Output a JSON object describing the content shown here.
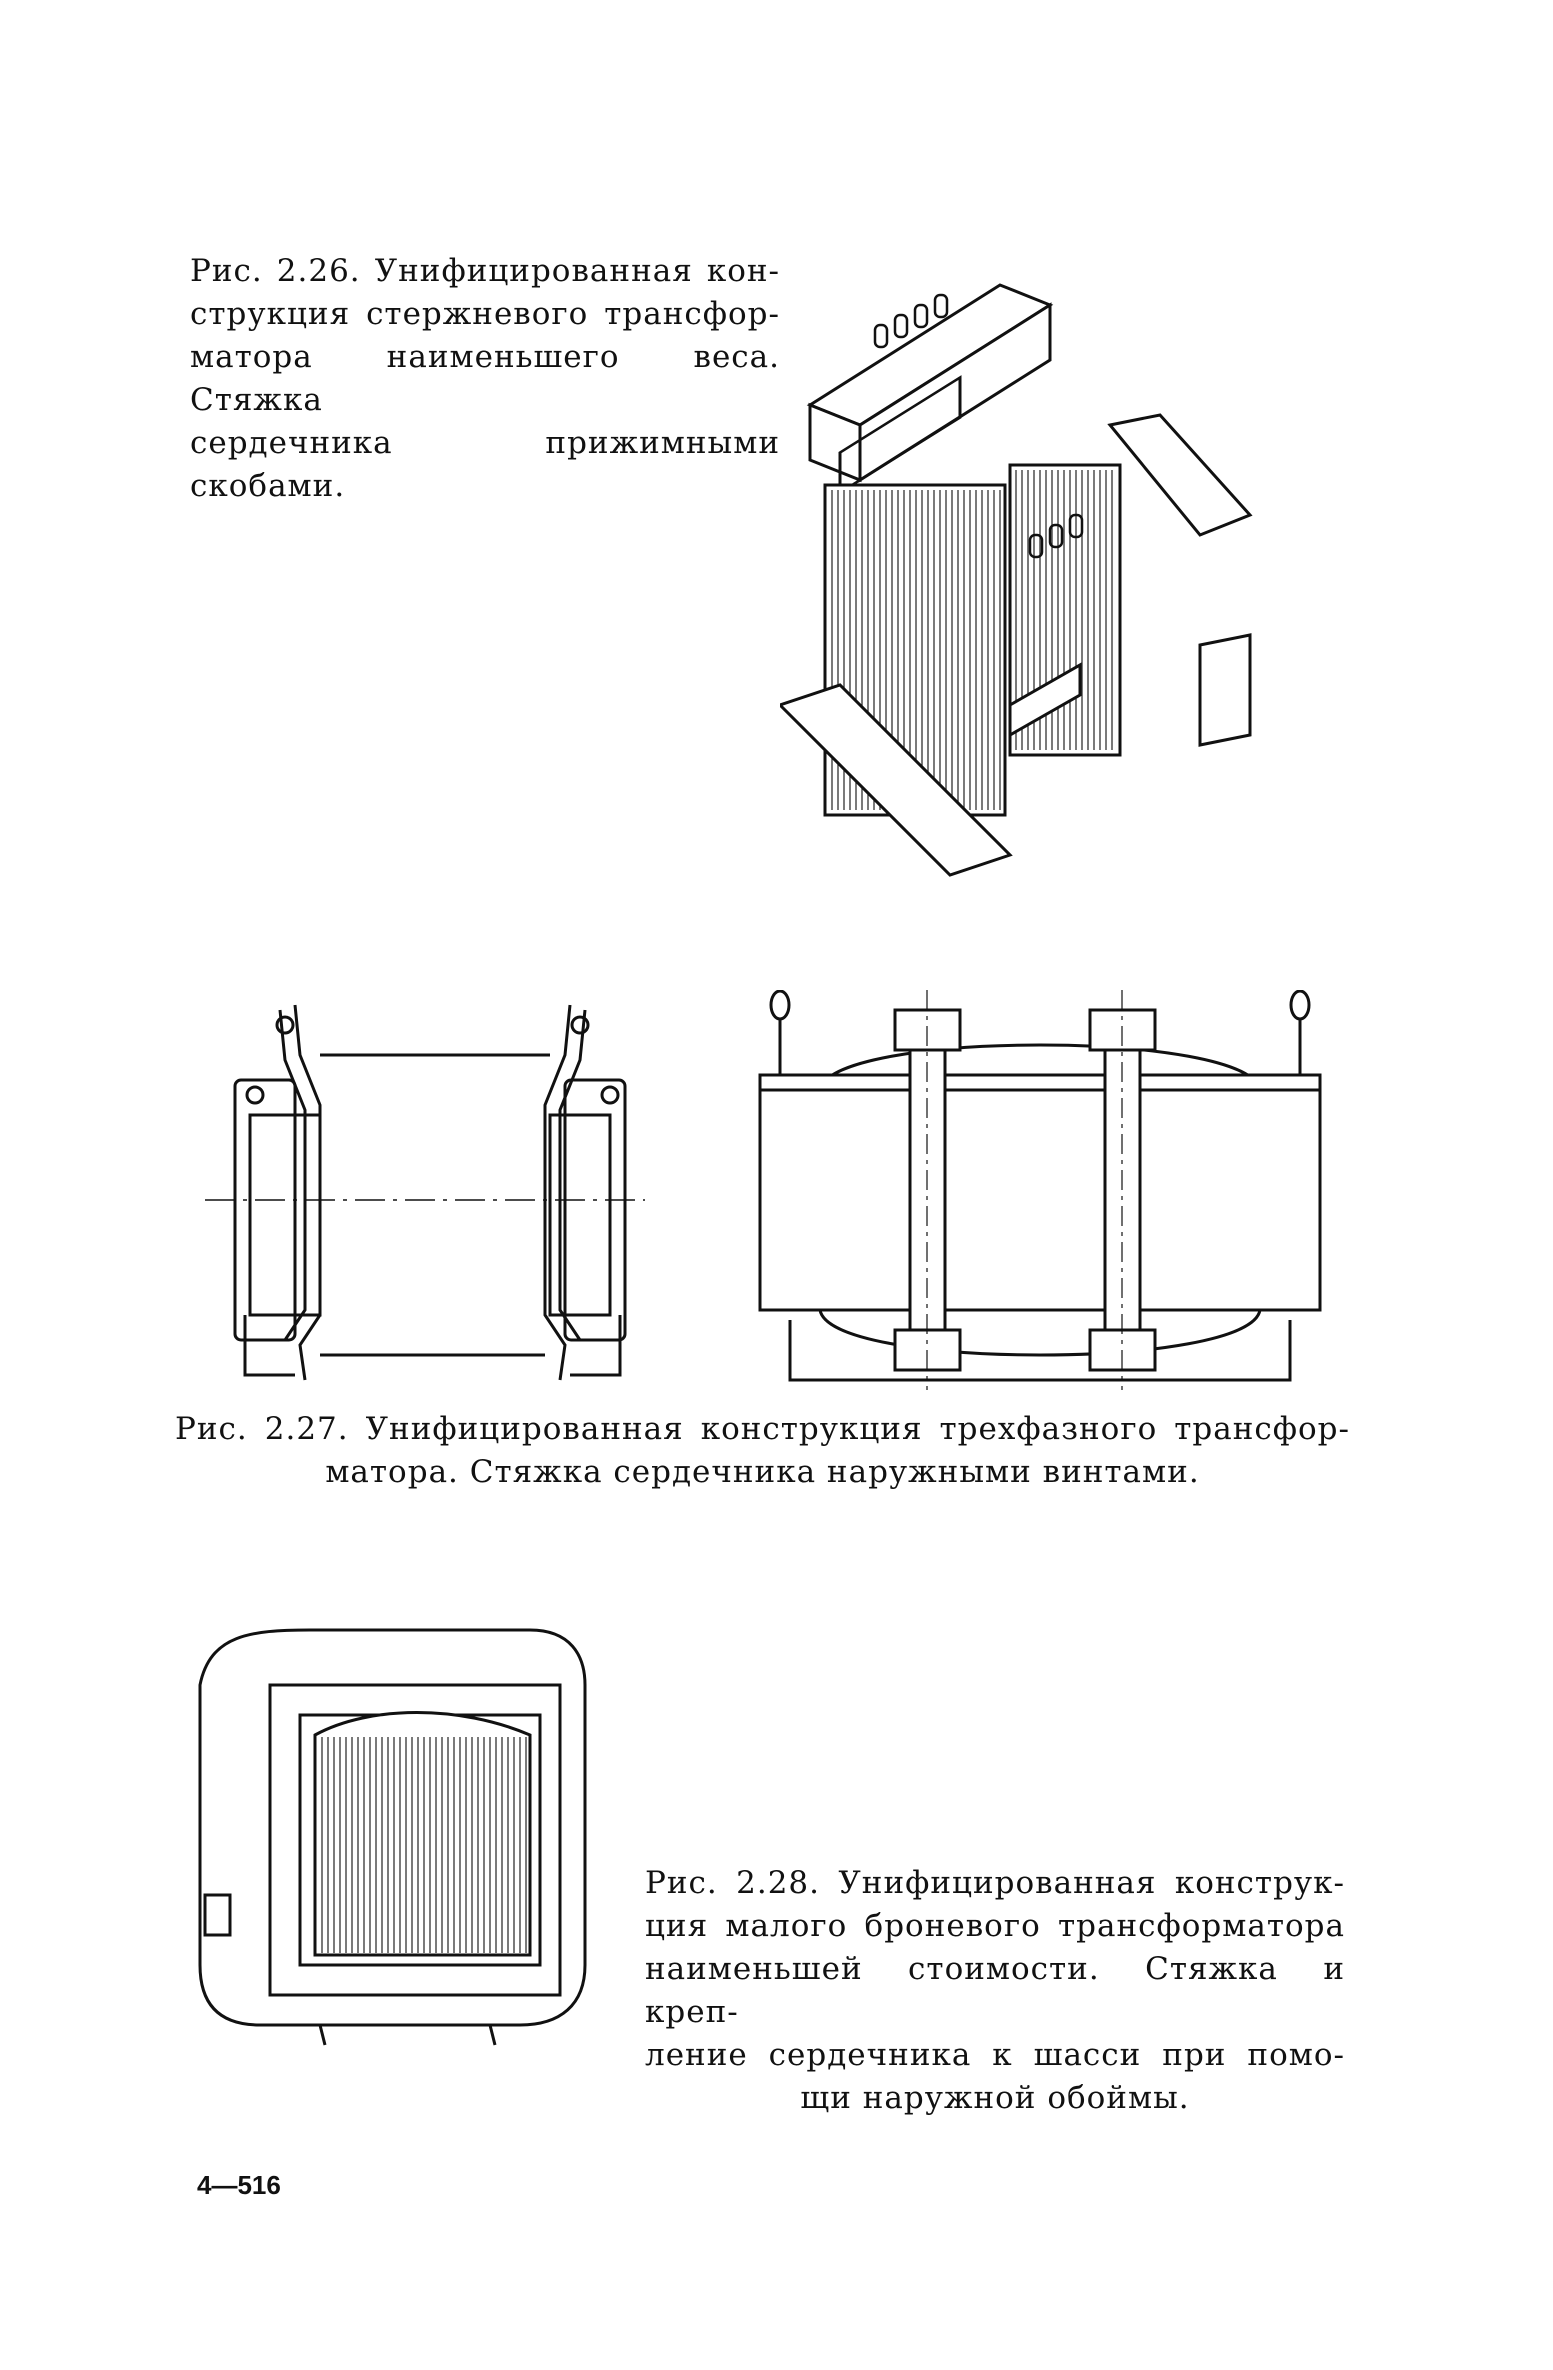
{
  "figures": [
    {
      "caption_lines": [
        "Рис. 2.26. Унифицированная кон-",
        "струкция стержневого трансфор-",
        "матора наименьшего веса. Стяжка",
        "сердечника прижимными скобами."
      ]
    },
    {
      "caption_lines": [
        "Рис. 2.27. Унифицированная конструкция трехфазного трансфор-",
        "матора. Стяжка сердечника наружными винтами."
      ]
    },
    {
      "caption_lines": [
        "Рис. 2.28. Унифицированная конструк-",
        "ция малого броневого трансформатора",
        "наименьшей стоимости. Стяжка и креп-",
        "ление сердечника к шасси при помо-",
        "щи наружной обоймы."
      ]
    }
  ],
  "page_number": "4—516"
}
